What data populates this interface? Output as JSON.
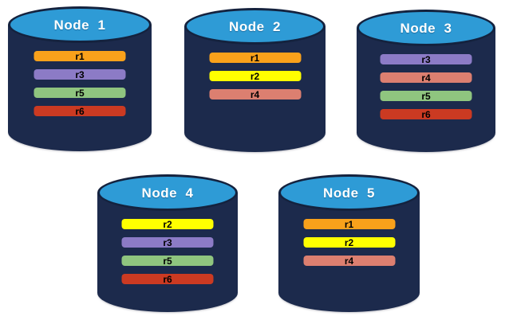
{
  "diagram": {
    "description": "Database nodes with replicated partitions",
    "colors": {
      "cylinder_body": "#1c2a4c",
      "cylinder_top": "#2e9bd6",
      "cylinder_outline": "#14223e",
      "title_text": "#ffffff",
      "bar_text": "#000000",
      "replicas": {
        "r1": "#f9a11b",
        "r2": "#ffff00",
        "r3": "#8c7bc6",
        "r4": "#dc7f70",
        "r5": "#8fc57f",
        "r6": "#cb3a22"
      }
    },
    "nodes": [
      {
        "label": "Node  1",
        "replicas": [
          "r1",
          "r3",
          "r5",
          "r6"
        ]
      },
      {
        "label": "Node  2",
        "replicas": [
          "r1",
          "r2",
          "r4"
        ]
      },
      {
        "label": "Node  3",
        "replicas": [
          "r3",
          "r4",
          "r5",
          "r6"
        ]
      },
      {
        "label": "Node  4",
        "replicas": [
          "r2",
          "r3",
          "r5",
          "r6"
        ]
      },
      {
        "label": "Node  5",
        "replicas": [
          "r1",
          "r2",
          "r4"
        ]
      }
    ]
  }
}
